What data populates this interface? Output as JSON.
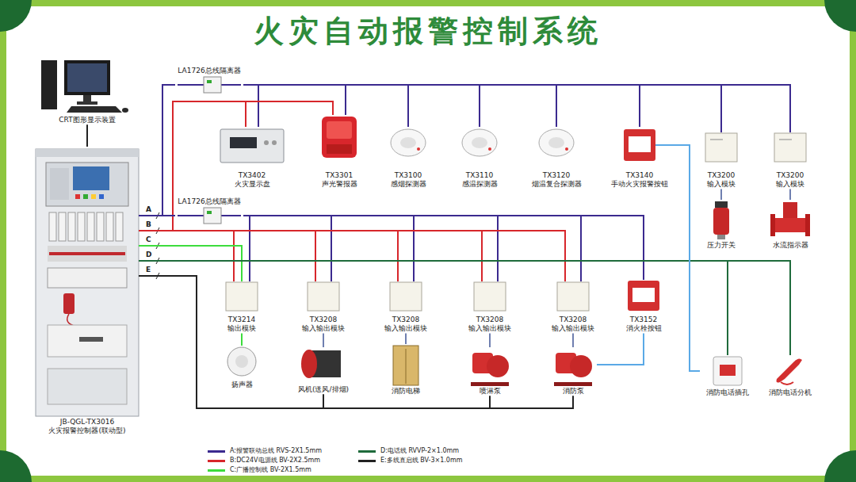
{
  "diagram": {
    "title": "火灾自动报警控制系统",
    "nodes": [
      {
        "text": [
          "CRT图形显示装置"
        ]
      },
      {
        "text": [
          "JB-QGL-TX3016",
          "火灾报警控制器(联动型)"
        ]
      },
      {
        "text": [
          "LA1726总线隔离器"
        ]
      },
      {
        "text": [
          "TX3402",
          "火灾显示盘"
        ]
      },
      {
        "text": [
          "TX3301",
          "声光警报器"
        ]
      },
      {
        "text": [
          "TX3100",
          "感烟探测器"
        ]
      },
      {
        "text": [
          "TX3110",
          "感温探测器"
        ]
      },
      {
        "text": [
          "TX3120",
          "烟温复合探测器"
        ]
      },
      {
        "text": [
          "TX3140",
          "手动火灾报警按钮"
        ]
      },
      {
        "text": [
          "TX3200",
          "输入模块"
        ]
      },
      {
        "text": [
          "TX3200",
          "输入模块"
        ]
      },
      {
        "text": [
          "压力开关"
        ]
      },
      {
        "text": [
          "水流指示器"
        ]
      },
      {
        "text": [
          "LA1726总线隔离器"
        ]
      },
      {
        "text": [
          "TX3214",
          "输出模块"
        ]
      },
      {
        "text": [
          "TX3208",
          "输入输出模块"
        ]
      },
      {
        "text": [
          "TX3208",
          "输入输出模块"
        ]
      },
      {
        "text": [
          "TX3208",
          "输入输出模块"
        ]
      },
      {
        "text": [
          "TX3208",
          "输入输出模块"
        ]
      },
      {
        "text": [
          "TX3152",
          "消火栓按钮"
        ]
      },
      {
        "text": [
          "扬声器"
        ]
      },
      {
        "text": [
          "风机(送风/排烟)"
        ]
      },
      {
        "text": [
          "消防电梯"
        ]
      },
      {
        "text": [
          "喷淋泵"
        ]
      },
      {
        "text": [
          "消防泵"
        ]
      },
      {
        "text": [
          "消防电话插孔"
        ]
      },
      {
        "text": [
          "消防电话分机"
        ]
      }
    ],
    "edges": [
      {
        "from": 1,
        "to": 0,
        "arrow": "none"
      },
      {
        "from": 1,
        "to": 2,
        "arrow": "none"
      },
      {
        "from": 2,
        "to": 3,
        "arrow": "none"
      },
      {
        "from": 2,
        "to": 4,
        "arrow": "none"
      },
      {
        "from": 2,
        "to": 5,
        "arrow": "none"
      },
      {
        "from": 2,
        "to": 6,
        "arrow": "none"
      },
      {
        "from": 2,
        "to": 7,
        "arrow": "none"
      },
      {
        "from": 2,
        "to": 8,
        "arrow": "none"
      },
      {
        "from": 2,
        "to": 9,
        "arrow": "none"
      },
      {
        "from": 2,
        "to": 10,
        "arrow": "none"
      },
      {
        "from": 1,
        "to": 3,
        "arrow": "none"
      },
      {
        "from": 1,
        "to": 4,
        "arrow": "none"
      },
      {
        "from": 1,
        "to": 13,
        "arrow": "none"
      },
      {
        "from": 13,
        "to": 14,
        "arrow": "none"
      },
      {
        "from": 13,
        "to": 15,
        "arrow": "none"
      },
      {
        "from": 13,
        "to": 16,
        "arrow": "none"
      },
      {
        "from": 13,
        "to": 17,
        "arrow": "none"
      },
      {
        "from": 13,
        "to": 18,
        "arrow": "none"
      },
      {
        "from": 13,
        "to": 19,
        "arrow": "none"
      },
      {
        "from": 1,
        "to": 14,
        "arrow": "none"
      },
      {
        "from": 1,
        "to": 15,
        "arrow": "none"
      },
      {
        "from": 1,
        "to": 16,
        "arrow": "none"
      },
      {
        "from": 1,
        "to": 17,
        "arrow": "none"
      },
      {
        "from": 1,
        "to": 18,
        "arrow": "none"
      },
      {
        "from": 1,
        "to": 14,
        "arrow": "none"
      },
      {
        "from": 1,
        "to": 25,
        "arrow": "none"
      },
      {
        "from": 1,
        "to": 26,
        "arrow": "none"
      },
      {
        "from": 1,
        "to": 21,
        "arrow": "none"
      },
      {
        "from": 1,
        "to": 23,
        "arrow": "none"
      },
      {
        "from": 1,
        "to": 24,
        "arrow": "none"
      },
      {
        "from": 9,
        "to": 11,
        "arrow": "none"
      },
      {
        "from": 10,
        "to": 12,
        "arrow": "none"
      },
      {
        "from": 14,
        "to": 20,
        "arrow": "none"
      },
      {
        "from": 15,
        "to": 21,
        "arrow": "none"
      },
      {
        "from": 16,
        "to": 22,
        "arrow": "none"
      },
      {
        "from": 17,
        "to": 23,
        "arrow": "none"
      },
      {
        "from": 18,
        "to": 24,
        "arrow": "none"
      },
      {
        "from": 8,
        "to": 25,
        "arrow": "none"
      },
      {
        "from": 19,
        "to": 24,
        "arrow": "none"
      }
    ],
    "labels": [
      "A",
      "B",
      "C",
      "D",
      "E"
    ],
    "legend": [
      {
        "text": "A:报警联动总线 RVS-2X1.5mm",
        "color": "#3b2a8f"
      },
      {
        "text": "B:DC24V电源线 BV-2X2.5mm",
        "color": "#d7262b"
      },
      {
        "text": "C:广播控制线 BV-2X1.5mm",
        "color": "#3ddc3d"
      },
      {
        "text": "D:电话线 RVVP-2×1.0mm",
        "color": "#1f6b3c"
      },
      {
        "text": "E:多线直启线 BV-3×1.0mm",
        "color": "#222222"
      }
    ]
  }
}
